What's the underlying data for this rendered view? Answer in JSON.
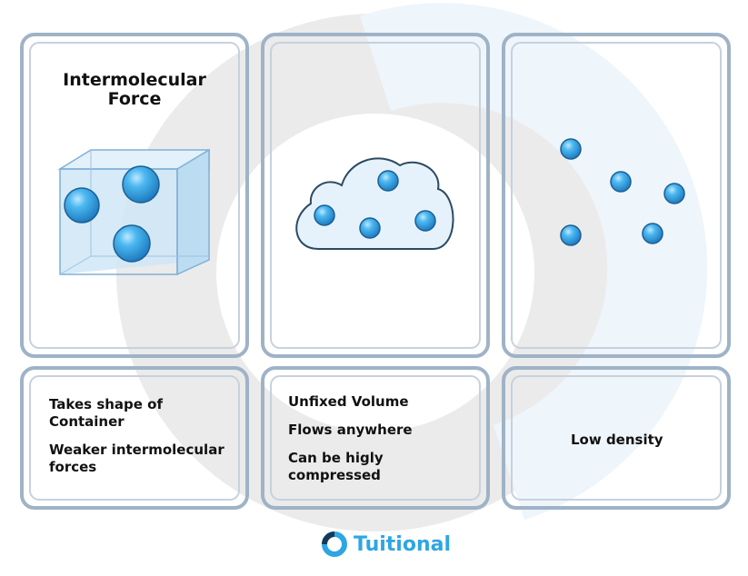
{
  "colors": {
    "card_border": "#9fb3c6",
    "watermark_grey": "#ebebeb",
    "watermark_blue": "#eef5fb",
    "particle_blue": "#2f9fe6",
    "brand_blue": "#2ea6e3",
    "brand_dark": "#143a5a"
  },
  "panels": {
    "solid": {
      "title": "Intermolecular\nForce",
      "icon": "cube-with-particles-icon"
    },
    "liquid": {
      "icon": "cloud-with-particles-icon"
    },
    "gas": {
      "icon": "scattered-particles-icon"
    }
  },
  "facts": {
    "col1": [
      "Takes shape of\nContainer",
      "Weaker intermolecular\nforces"
    ],
    "col2": [
      "Unfixed Volume",
      "Flows anywhere",
      "Can be higly\ncompressed"
    ],
    "col3": [
      "Low density"
    ]
  },
  "brand": {
    "name": "Tuitional",
    "icon": "tuitional-logo-icon"
  }
}
